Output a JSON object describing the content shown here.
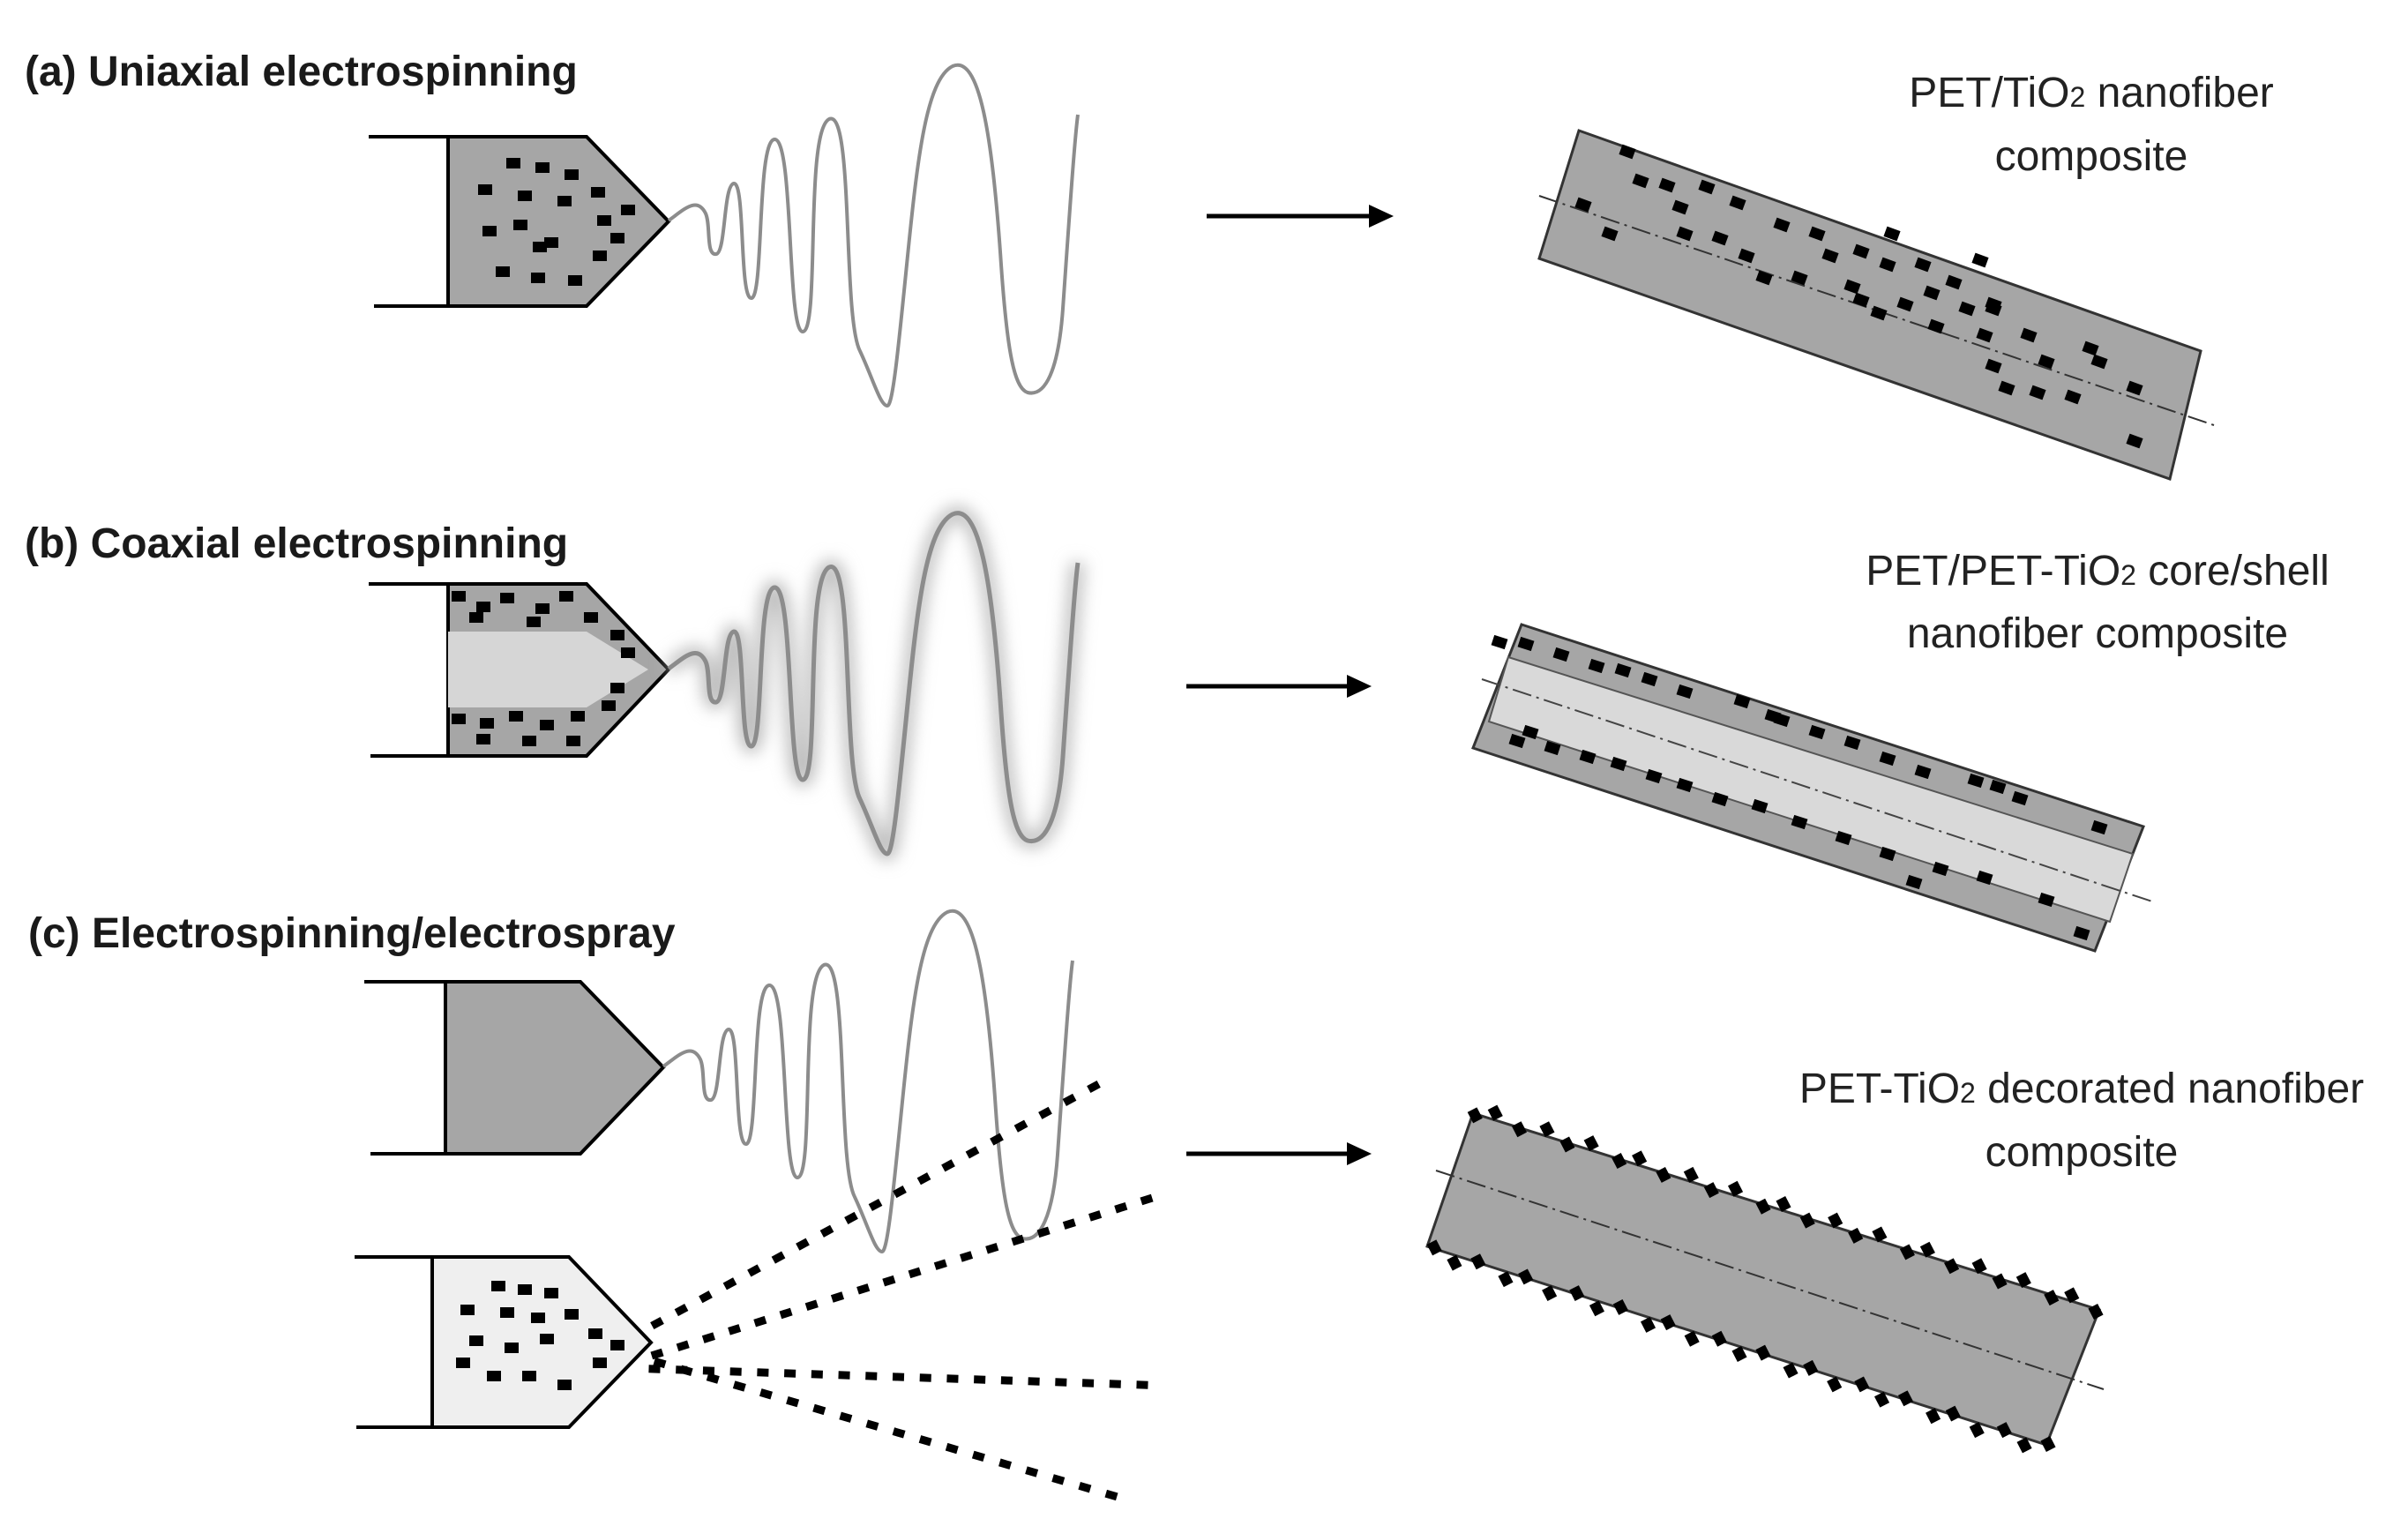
{
  "panels": [
    {
      "id": "a",
      "title": "(a) Uniaxial electrospinning",
      "product_lines": [
        {
          "pre": "PET/TiO",
          "sub": "2",
          "post": " nanofiber"
        },
        {
          "pre": "composite",
          "sub": "",
          "post": ""
        }
      ]
    },
    {
      "id": "b",
      "title": "(b) Coaxial electrospinning",
      "product_lines": [
        {
          "pre": "PET/PET-TiO",
          "sub": "2",
          "post": " core/shell"
        },
        {
          "pre": "nanofiber composite",
          "sub": "",
          "post": ""
        }
      ]
    },
    {
      "id": "c",
      "title": "(c) Electrospinning/electrospray",
      "product_lines": [
        {
          "pre": "PET-TiO",
          "sub": "2",
          "post": " decorated nanofiber"
        },
        {
          "pre": "composite",
          "sub": "",
          "post": ""
        }
      ]
    }
  ],
  "colors": {
    "polymer_gray": "#a6a6a6",
    "core_light": "#d6d6d6",
    "spray_solution": "#efefef",
    "jet_line": "#8c8c8c",
    "particle": "#000000",
    "outline": "#000000"
  }
}
